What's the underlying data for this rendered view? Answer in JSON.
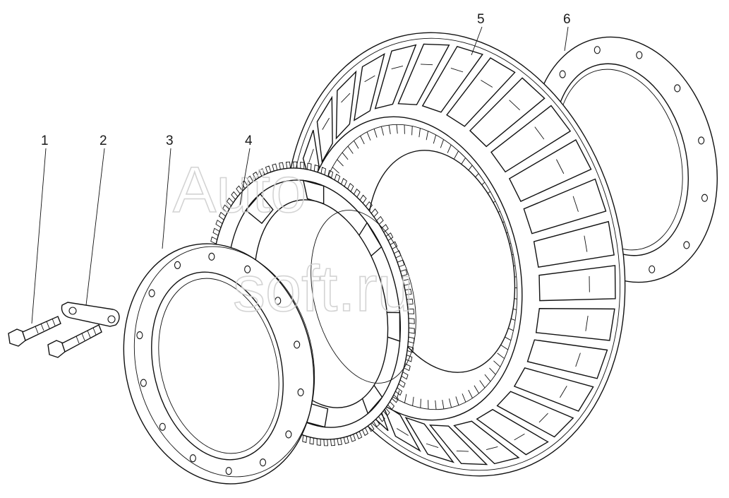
{
  "diagram": {
    "callouts": [
      {
        "id": "1",
        "part": "bolt"
      },
      {
        "id": "2",
        "part": "lock-plate"
      },
      {
        "id": "3",
        "part": "flange-ring"
      },
      {
        "id": "4",
        "part": "ring-gear"
      },
      {
        "id": "5",
        "part": "brake-drum"
      },
      {
        "id": "6",
        "part": "gasket"
      }
    ],
    "watermark": "Autosoft.ru"
  },
  "colors": {
    "line": "#111111",
    "background": "#ffffff",
    "watermark": "#cfcfcf"
  }
}
